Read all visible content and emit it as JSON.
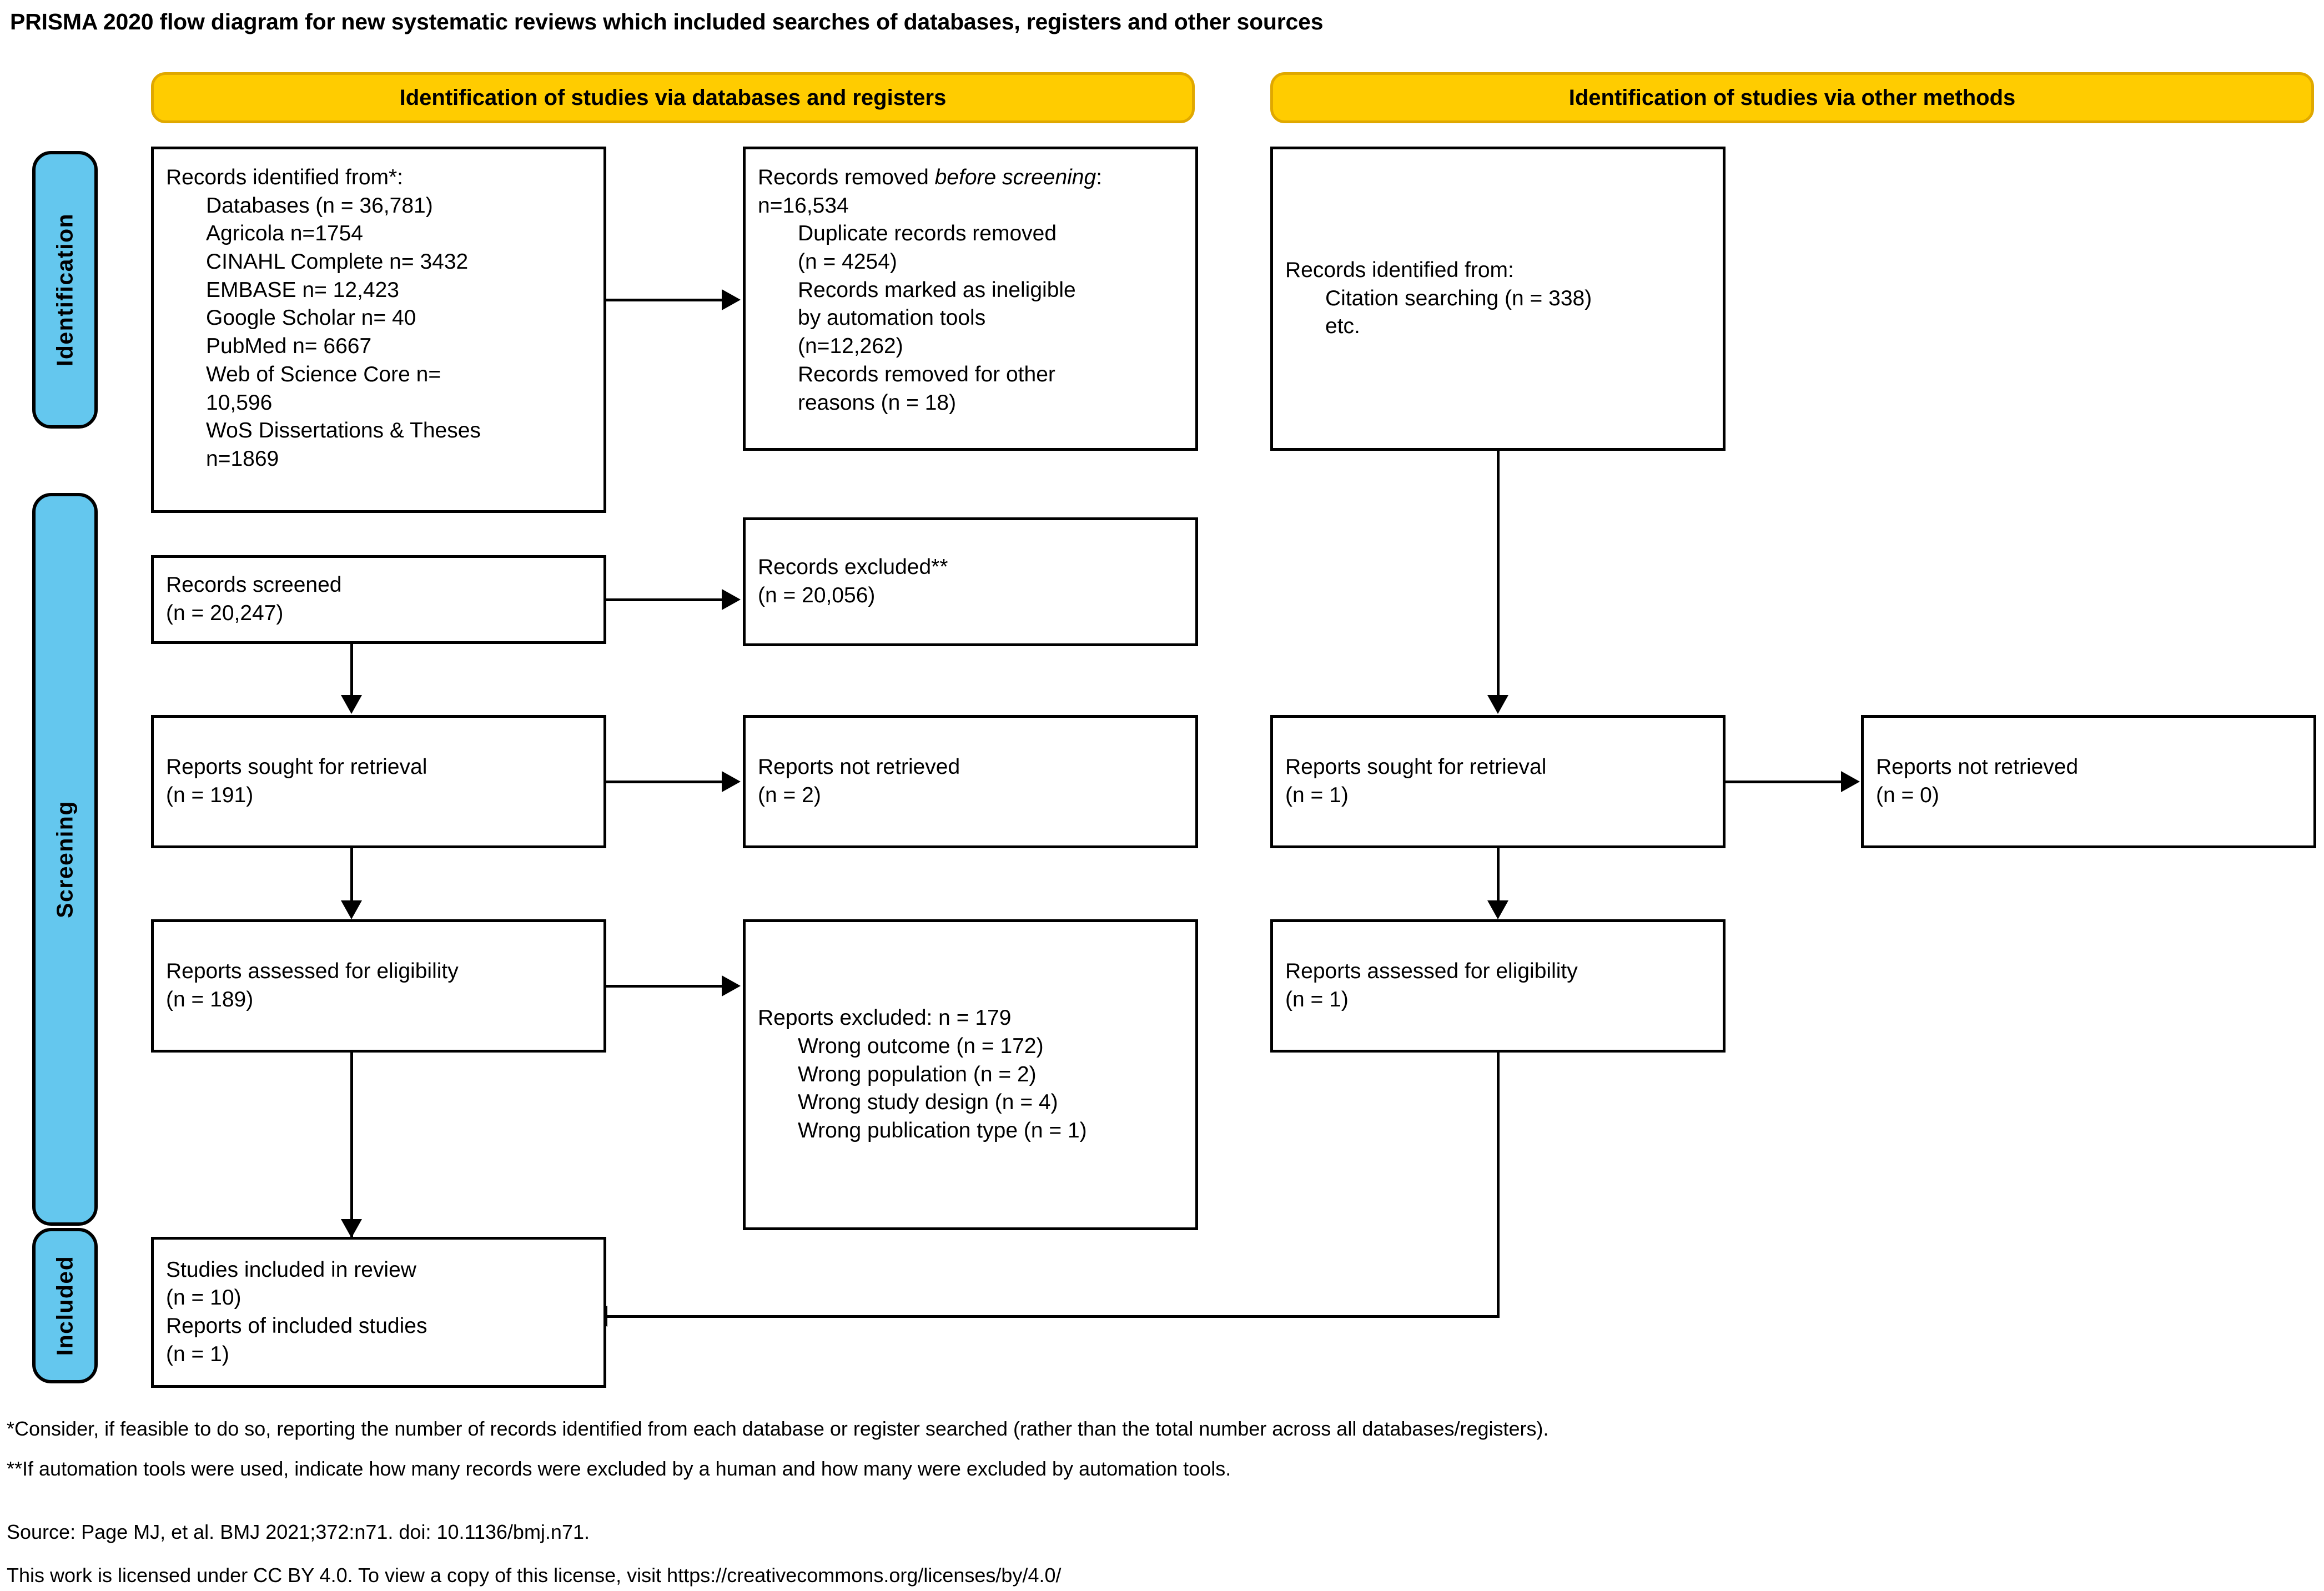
{
  "title": "PRISMA 2020 flow diagram for new systematic reviews which included searches of databases, registers and other sources",
  "colors": {
    "stage_fill": "#64C7EE",
    "banner_fill": "#FFCC00",
    "banner_border": "#E0A800",
    "line": "#000000"
  },
  "stages": [
    {
      "label": "Identification"
    },
    {
      "label": "Screening"
    },
    {
      "label": "Included"
    }
  ],
  "banners": [
    {
      "label": "Identification of studies via databases and registers"
    },
    {
      "label": "Identification of studies via other methods"
    }
  ],
  "boxes": {
    "records_identified": {
      "heading": "Records identified from*:",
      "lines": [
        "Databases (n = 36,781)",
        "Agricola n=1754",
        "CINAHL Complete n= 3432",
        "EMBASE n= 12,423",
        "Google Scholar n= 40",
        "PubMed n= 6667",
        "Web of Science Core n=",
        "10,596",
        "WoS Dissertations & Theses",
        "n=1869"
      ]
    },
    "records_removed": {
      "heading_a": "Records removed ",
      "heading_em": "before",
      "heading_b": "screening",
      "heading_c": ": n=16,534",
      "lines": [
        "Duplicate records removed",
        "(n = 4254)",
        "Records marked as ineligible",
        "by automation tools",
        "(n=12,262)",
        "Records removed for other",
        "reasons (n = 18)"
      ]
    },
    "records_screened": {
      "line1": "Records screened",
      "line2": "(n = 20,247)"
    },
    "records_excluded": {
      "line1": "Records excluded**",
      "line2": "(n = 20,056)"
    },
    "reports_sought_db": {
      "line1": "Reports sought for retrieval",
      "line2": "(n = 191)"
    },
    "reports_not_retrieved_db": {
      "line1": "Reports not retrieved",
      "line2": "(n = 2)"
    },
    "reports_assessed_db": {
      "line1": "Reports assessed for eligibility",
      "line2": "(n = 189)"
    },
    "reports_excluded": {
      "heading": "Reports excluded: n = 179",
      "lines": [
        "Wrong outcome (n = 172)",
        "Wrong population (n = 2)",
        "Wrong study design (n = 4)",
        "Wrong publication type (n = 1)"
      ]
    },
    "records_identified_other": {
      "heading": "Records identified from:",
      "lines": [
        "Citation searching (n = 338)",
        "etc."
      ]
    },
    "reports_sought_other": {
      "line1": "Reports sought for retrieval",
      "line2": "(n = 1)"
    },
    "reports_not_retrieved_other": {
      "line1": "Reports not retrieved",
      "line2": "(n = 0)"
    },
    "reports_assessed_other": {
      "line1": "Reports assessed for eligibility",
      "line2": "(n = 1)"
    },
    "studies_included": {
      "line1": "Studies included in review",
      "line2": "(n = 10)",
      "line3": "Reports of included studies",
      "line4": "(n = 1)"
    }
  },
  "footnotes": {
    "star": "*Consider, if feasible to do so, reporting the number of records identified from each database or register searched (rather than the total number across all databases/registers).",
    "double_star": "**If automation tools were used, indicate how many records were excluded by a human and how many were excluded by automation tools.",
    "source": "Source: Page MJ, et al. BMJ 2021;372:n71. doi: 10.1136/bmj.n71.",
    "license": "This work is licensed under CC BY 4.0. To view a copy of this license, visit https://creativecommons.org/licenses/by/4.0/"
  }
}
